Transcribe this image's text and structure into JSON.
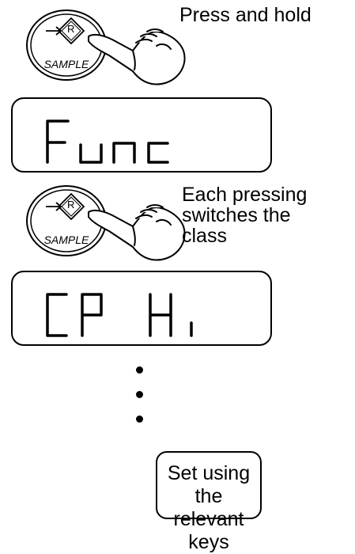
{
  "step1": {
    "key_label": "SAMPLE",
    "key_symbol": "R",
    "instruction": "Press and hold",
    "display_text": "Func"
  },
  "step2": {
    "key_label": "SAMPLE",
    "key_symbol": "R",
    "instruction_lines": [
      "Each pressing",
      "switches the",
      "class"
    ],
    "display_text": "CP Hi"
  },
  "continuation": "•••",
  "result": {
    "lines": [
      "Set using the",
      "relevant keys"
    ]
  }
}
